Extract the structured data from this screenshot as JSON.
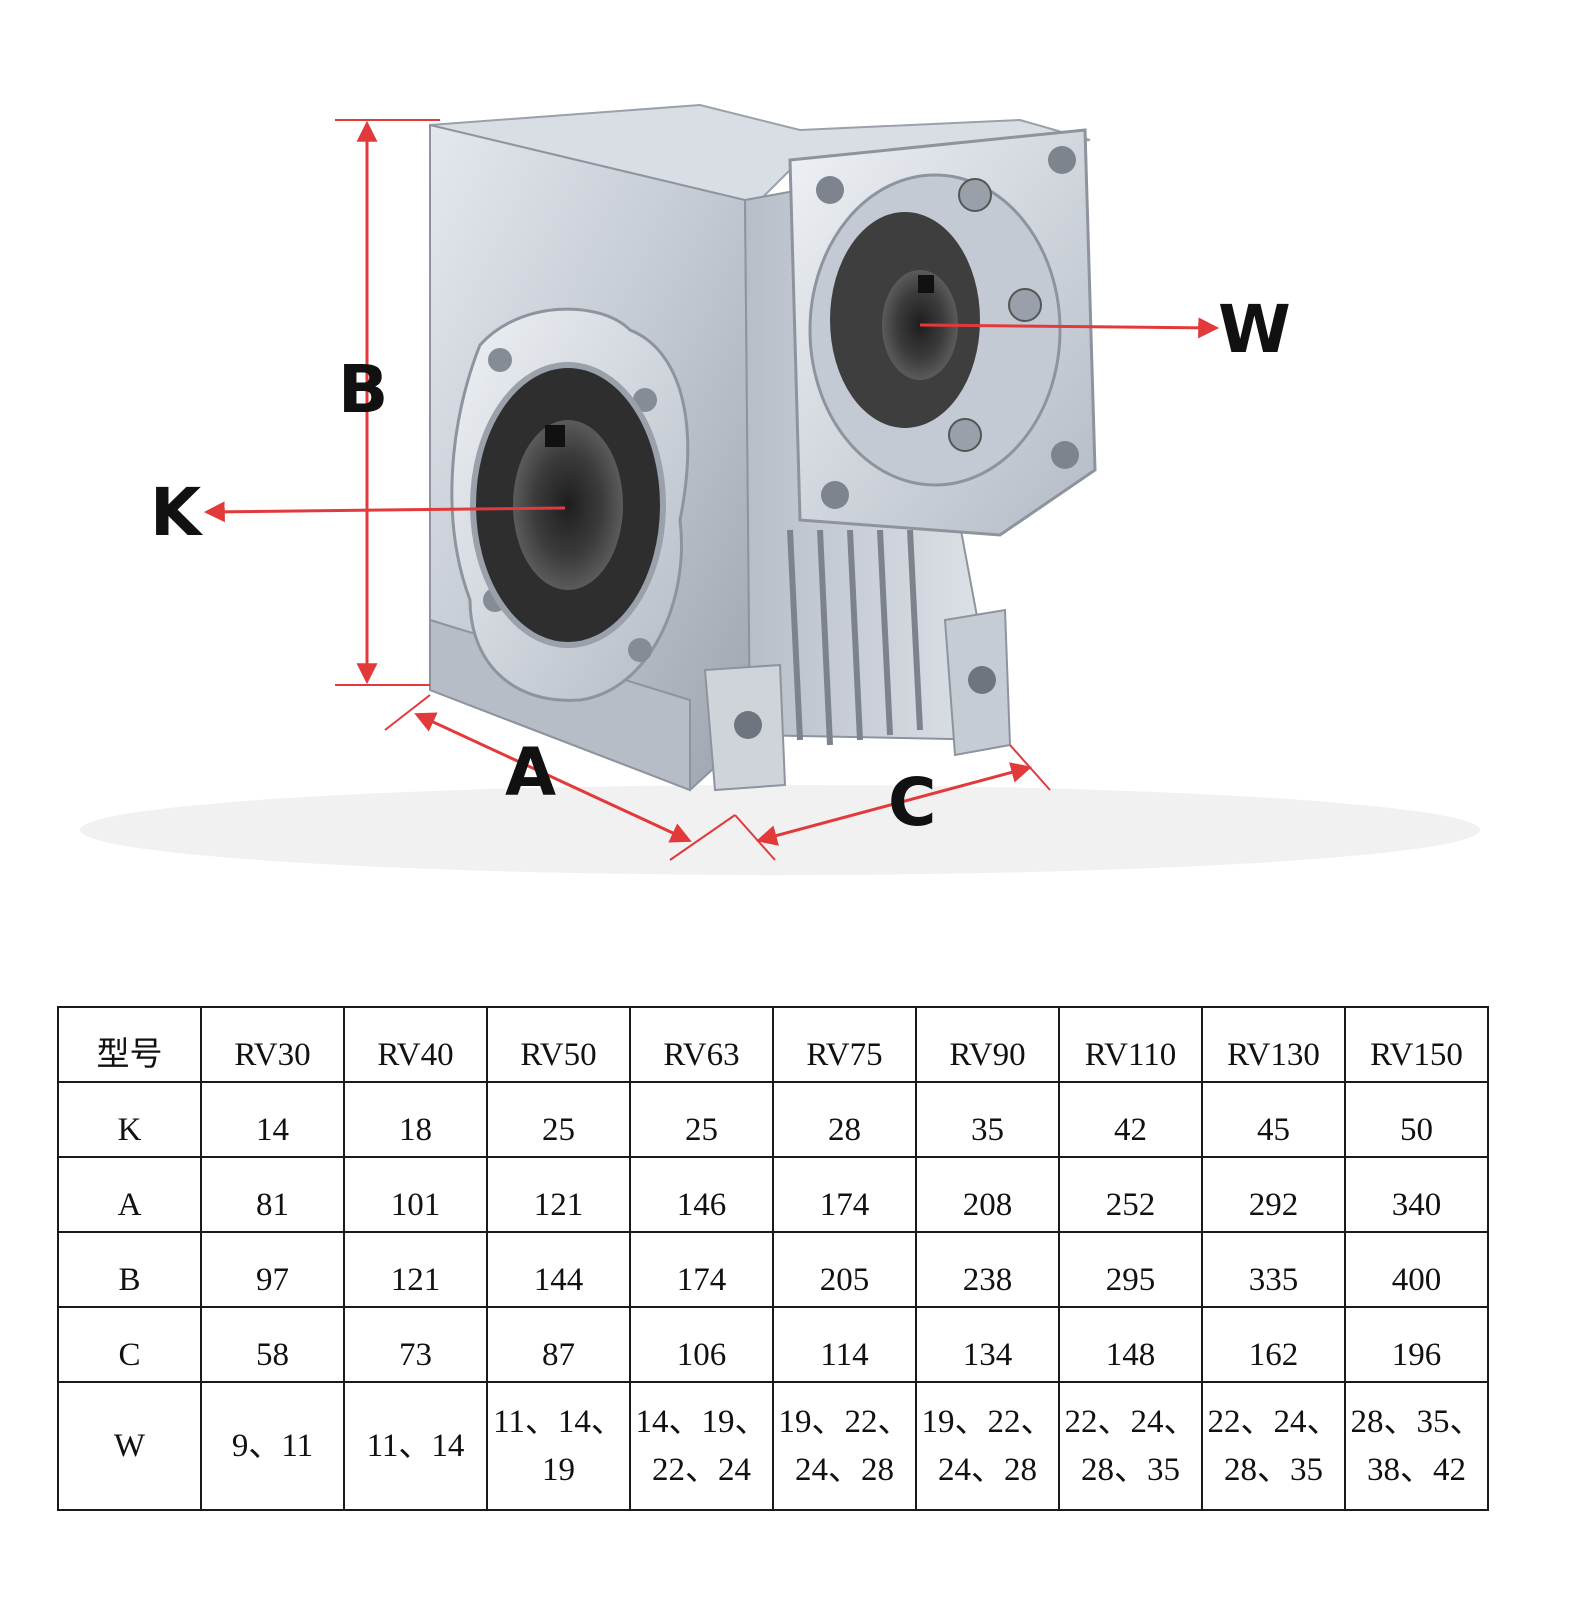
{
  "diagram": {
    "labels": {
      "A": "A",
      "B": "B",
      "C": "C",
      "K": "K",
      "W": "W"
    },
    "colors": {
      "dimension_line": "#e23a3a",
      "housing": "#c9ced6",
      "bore": "#3a3a3a"
    }
  },
  "table": {
    "header_label": "型号",
    "models": [
      "RV30",
      "RV40",
      "RV50",
      "RV63",
      "RV75",
      "RV90",
      "RV110",
      "RV130",
      "RV150"
    ],
    "rows": [
      {
        "label": "K",
        "values": [
          "14",
          "18",
          "25",
          "25",
          "28",
          "35",
          "42",
          "45",
          "50"
        ]
      },
      {
        "label": "A",
        "values": [
          "81",
          "101",
          "121",
          "146",
          "174",
          "208",
          "252",
          "292",
          "340"
        ]
      },
      {
        "label": "B",
        "values": [
          "97",
          "121",
          "144",
          "174",
          "205",
          "238",
          "295",
          "335",
          "400"
        ]
      },
      {
        "label": "C",
        "values": [
          "58",
          "73",
          "87",
          "106",
          "114",
          "134",
          "148",
          "162",
          "196"
        ]
      }
    ],
    "w_row": {
      "label": "W",
      "values": [
        [
          "9、11"
        ],
        [
          "11、14"
        ],
        [
          "11、14、",
          "19"
        ],
        [
          "14、19、",
          "22、24"
        ],
        [
          "19、22、",
          "24、28"
        ],
        [
          "19、22、",
          "24、28"
        ],
        [
          "22、24、",
          "28、35"
        ],
        [
          "22、24、",
          "28、35"
        ],
        [
          "28、35、",
          "38、42"
        ]
      ]
    }
  }
}
